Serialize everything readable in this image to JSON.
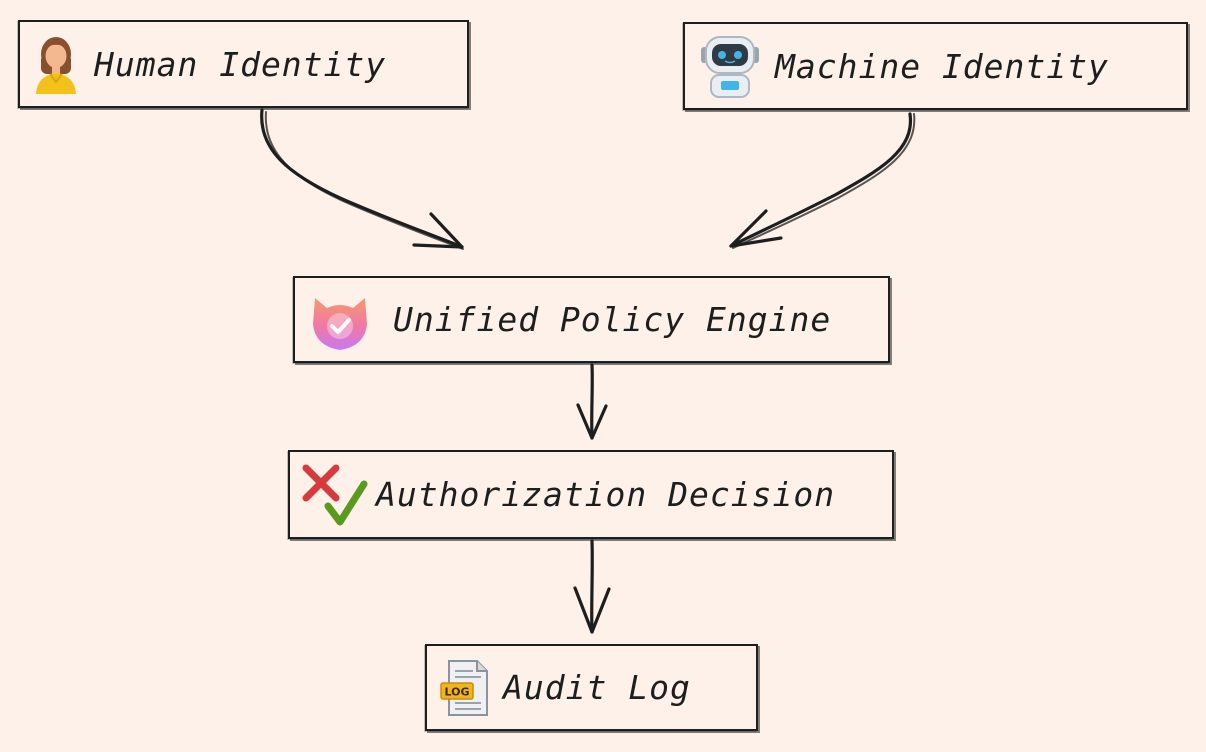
{
  "diagram": {
    "nodes": {
      "human_identity": {
        "label": "Human Identity",
        "icon": "person-icon"
      },
      "machine_identity": {
        "label": "Machine Identity",
        "icon": "robot-icon"
      },
      "policy_engine": {
        "label": "Unified Policy Engine",
        "icon": "shield-check-icon"
      },
      "authorization_decision": {
        "label": "Authorization Decision",
        "icon": "cross-check-icon"
      },
      "audit_log": {
        "label": "Audit Log",
        "icon": "log-document-icon",
        "icon_text": "LOG"
      }
    },
    "edges": [
      {
        "from": "human_identity",
        "to": "policy_engine"
      },
      {
        "from": "machine_identity",
        "to": "policy_engine"
      },
      {
        "from": "policy_engine",
        "to": "authorization_decision"
      },
      {
        "from": "authorization_decision",
        "to": "audit_log"
      }
    ],
    "colors": {
      "background": "#fdf1e9",
      "stroke": "#1e1e1e",
      "cross": "#d63a3a",
      "check": "#5a9a1e"
    }
  }
}
